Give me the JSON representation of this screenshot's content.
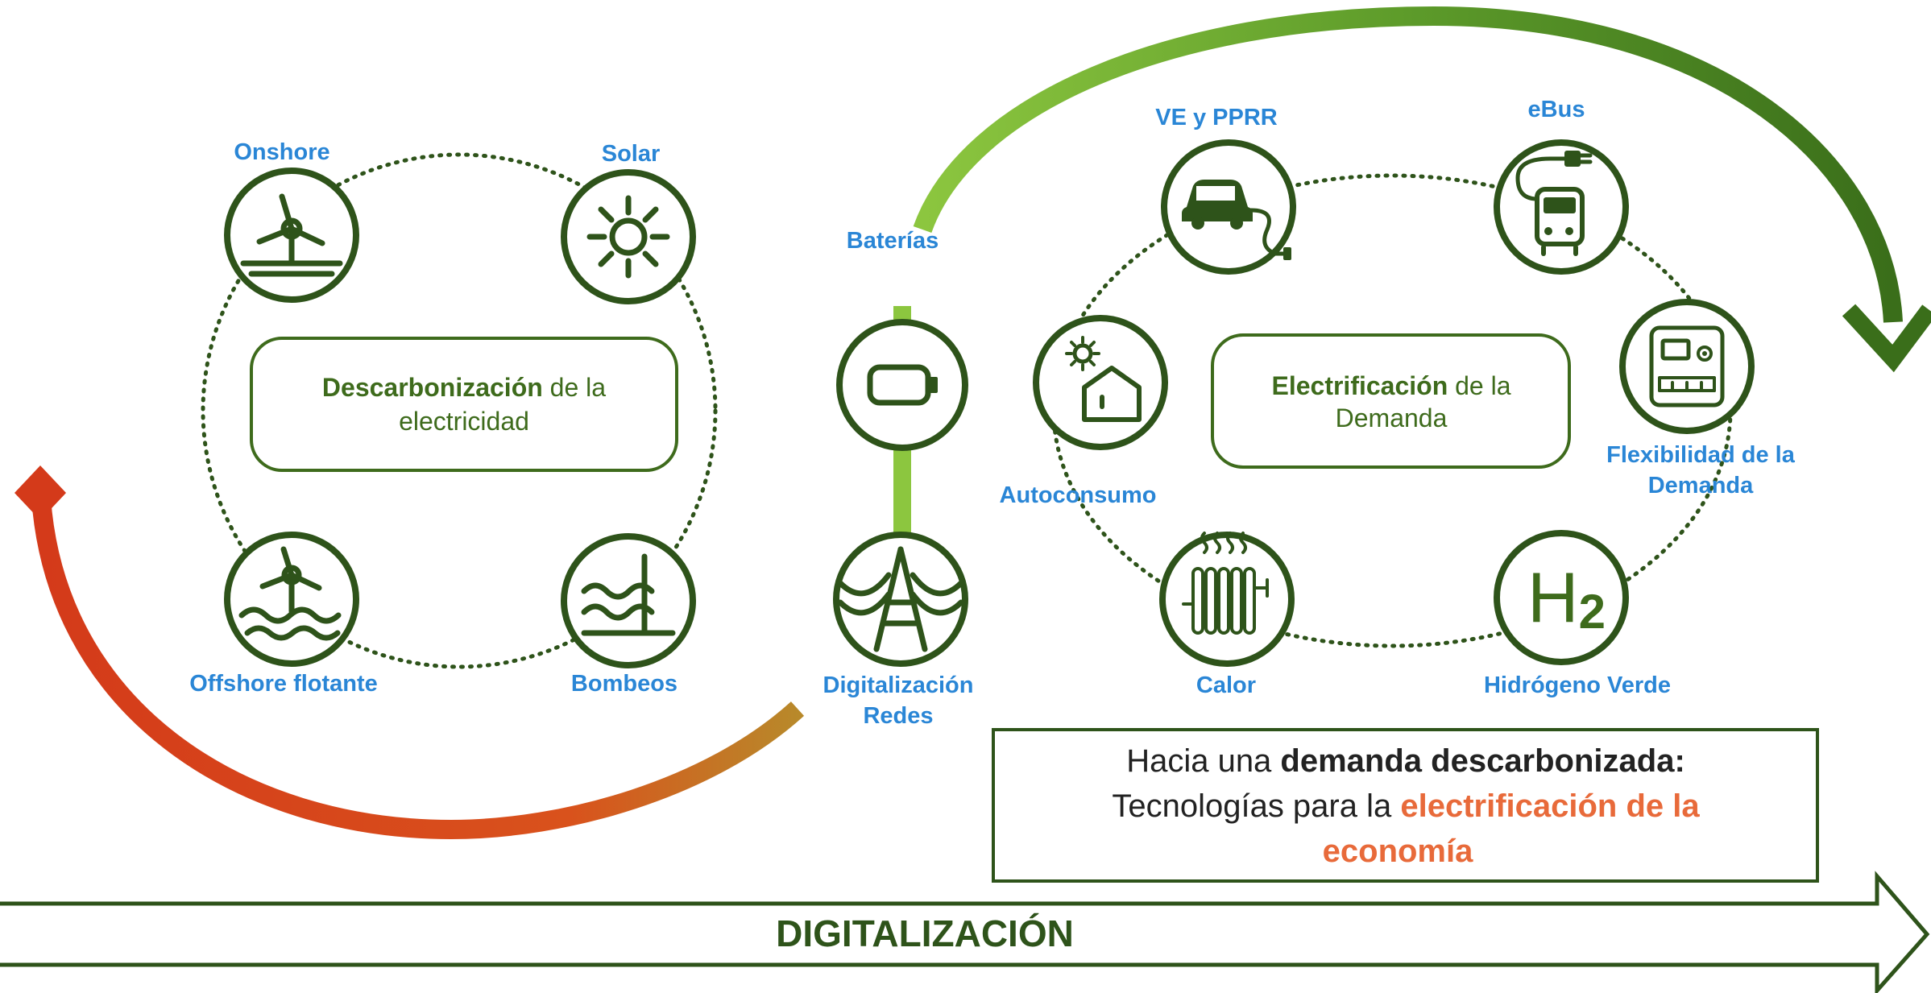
{
  "left_cluster": {
    "center_strong": "Descarbonización",
    "center_rest_1": " de la",
    "center_rest_2": "electricidad",
    "nodes": {
      "onshore": "Onshore",
      "solar": "Solar",
      "offshore": "Offshore flotante",
      "bombeos": "Bombeos"
    }
  },
  "middle": {
    "baterias": "Baterías",
    "digitalizacion_1": "Digitalización",
    "digitalizacion_2": "Redes"
  },
  "right_cluster": {
    "center_strong": "Electrificación",
    "center_rest_1": " de la",
    "center_rest_2": "Demanda",
    "nodes": {
      "ve": "VE y PPRR",
      "ebus": "eBus",
      "autoconsumo": "Autoconsumo",
      "flex_1": "Flexibilidad de la",
      "flex_2": "Demanda",
      "calor": "Calor",
      "hidrogeno": "Hidrógeno Verde",
      "h2_glyph": "H",
      "h2_sub": "2"
    }
  },
  "callout": {
    "line1_a": "Hacia una ",
    "line1_b": "demanda descarbonizada:",
    "line2_a": "Tecnologías para la ",
    "line2_b": "electrificación de la",
    "line3": "economía"
  },
  "bottom_arrow": {
    "label": "DIGITALIZACIÓN"
  },
  "colors": {
    "dark_green": "#2e531a",
    "mid_green": "#3e6b1c",
    "light_green": "#8cc63f",
    "label_blue": "#2a86d6",
    "orange_red": "#d9441e",
    "orange_text": "#e86a3a"
  }
}
